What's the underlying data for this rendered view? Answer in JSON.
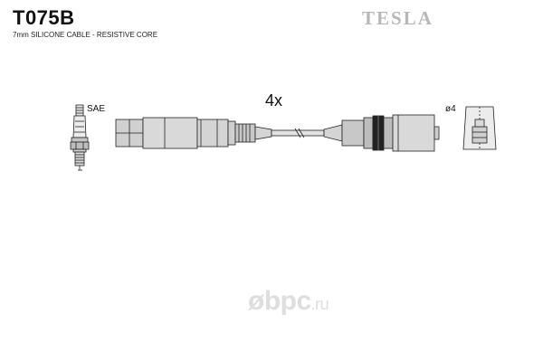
{
  "header": {
    "part_code": "T075B",
    "brand": "TESLA",
    "spec": "7mm SILICONE CABLE - RESISTIVE CORE"
  },
  "drawing": {
    "plug_label": "SAE",
    "quantity_label": "4x",
    "terminal_label": "ø4"
  },
  "watermark": {
    "brand": "øbpc",
    "suffix": ".ru"
  },
  "colors": {
    "line": "#222222",
    "fill_light": "#d9d9d9",
    "fill_mid": "#c4c4c4",
    "brand_gray": "#b8b8b8",
    "watermark": "#dedede"
  }
}
